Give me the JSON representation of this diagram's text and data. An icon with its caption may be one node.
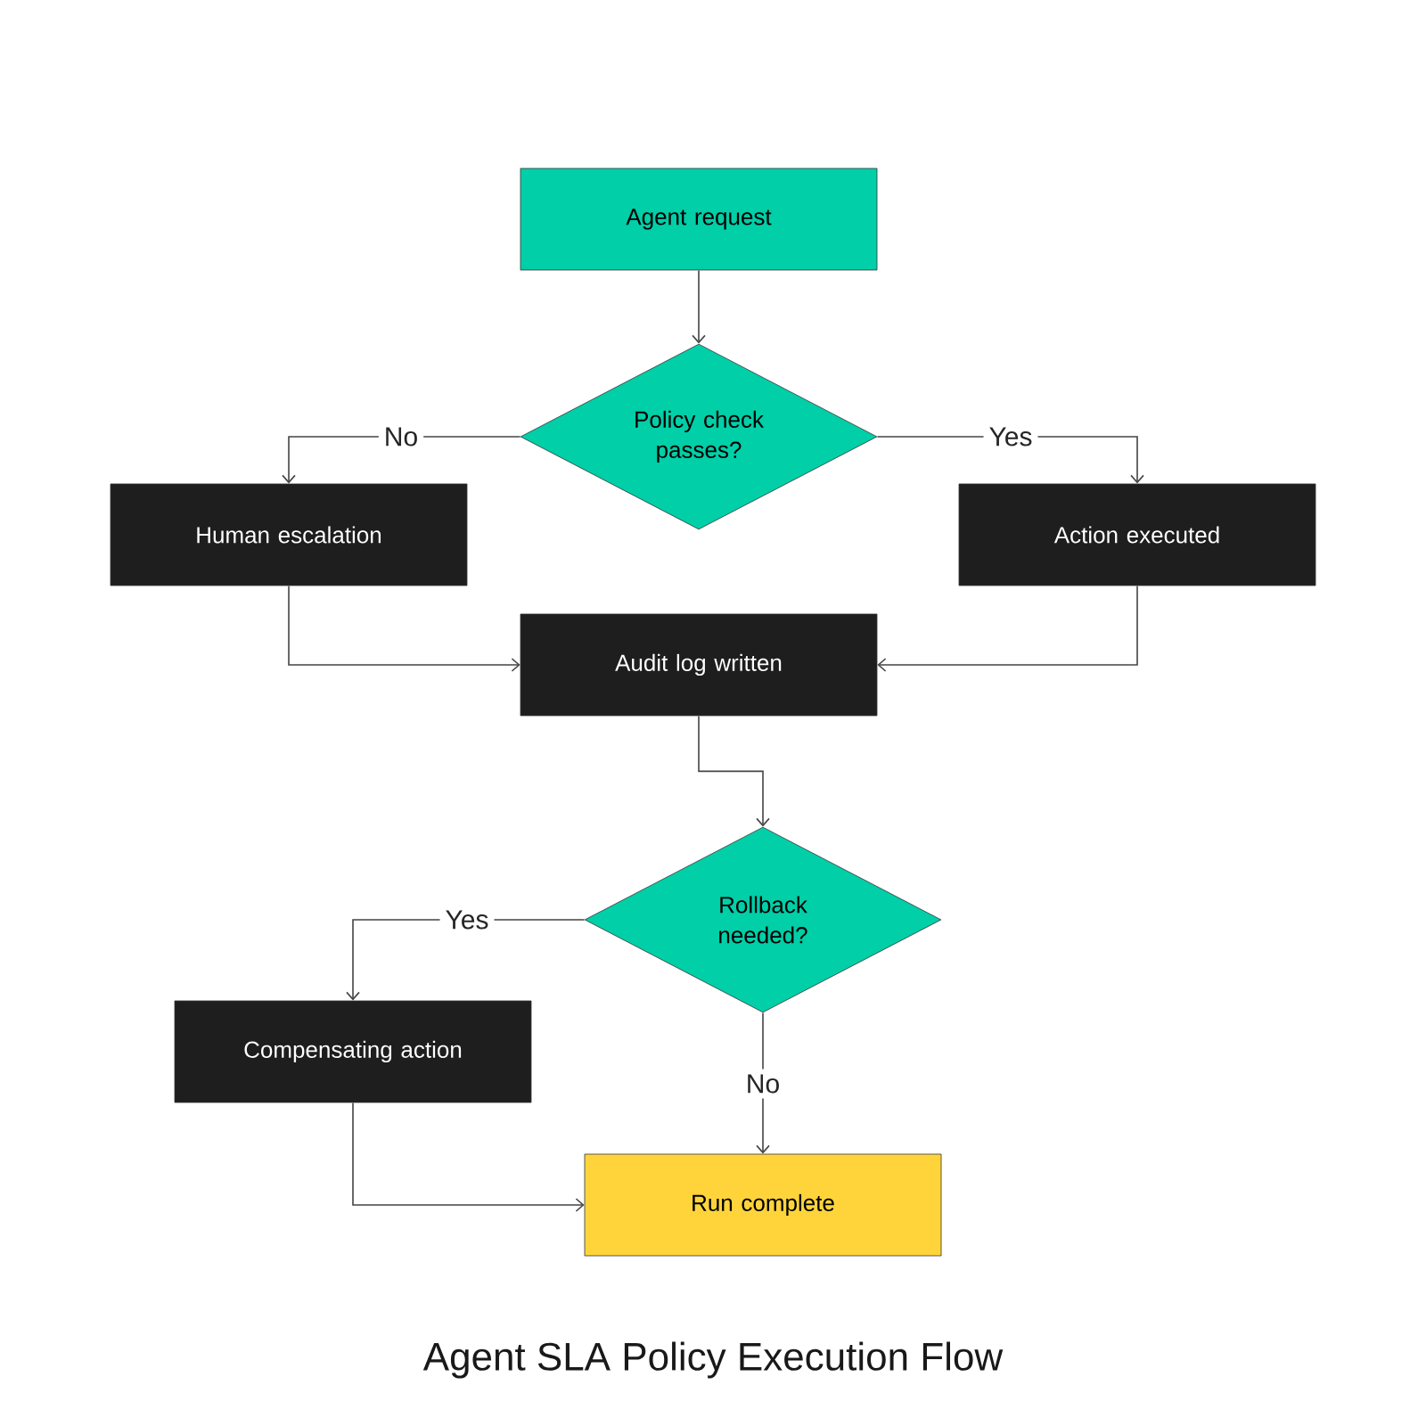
{
  "diagram": {
    "title": "Agent SLA Policy Execution Flow",
    "nodes": [
      {
        "text": [
          "Agent request"
        ]
      },
      {
        "text": [
          "Policy check passes?"
        ]
      },
      {
        "text": [
          "Human escalation"
        ]
      },
      {
        "text": [
          "Action executed"
        ]
      },
      {
        "text": [
          "Audit log written"
        ]
      },
      {
        "text": [
          "Rollback needed?"
        ]
      },
      {
        "text": [
          "Compensating action"
        ]
      },
      {
        "text": [
          "Run complete"
        ]
      }
    ],
    "edges": [
      {
        "from": 0,
        "to": 1,
        "arrow": "to"
      },
      {
        "from": 1,
        "to": 2,
        "arrow": "to",
        "label": "No"
      },
      {
        "from": 1,
        "to": 3,
        "arrow": "to",
        "label": "Yes"
      },
      {
        "from": 2,
        "to": 4,
        "arrow": "to"
      },
      {
        "from": 3,
        "to": 4,
        "arrow": "to"
      },
      {
        "from": 4,
        "to": 5,
        "arrow": "to"
      },
      {
        "from": 5,
        "to": 6,
        "arrow": "to",
        "label": "Yes"
      },
      {
        "from": 5,
        "to": 7,
        "arrow": "to",
        "label": "No"
      },
      {
        "from": 6,
        "to": 7,
        "arrow": "to"
      }
    ]
  }
}
